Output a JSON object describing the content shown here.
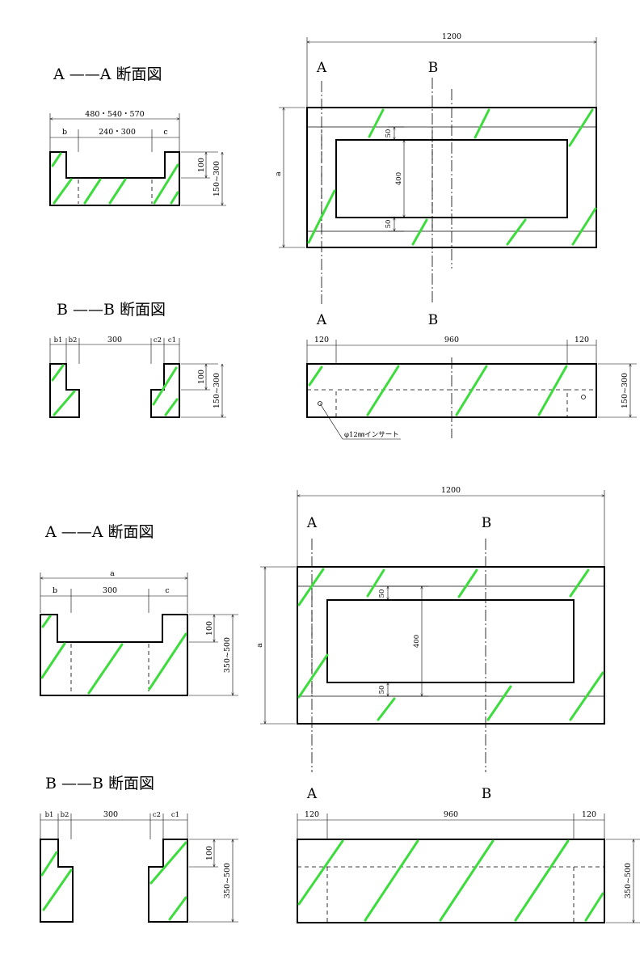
{
  "colors": {
    "line": "#000000",
    "hatch": "#3ddc3d",
    "background": "#ffffff"
  },
  "top": {
    "section_a_title": "A ——A 断面図",
    "section_b_title": "B ——B 断面図",
    "aa_overall": "480・540・570",
    "aa_b": "b",
    "aa_mid": "240・300",
    "aa_c": "c",
    "aa_depth": "100",
    "aa_height": "150~300",
    "bb_b1": "b1",
    "bb_b2": "b2",
    "bb_mid": "300",
    "bb_c2": "c2",
    "bb_c1": "c1",
    "bb_depth": "100",
    "bb_height": "150~300",
    "plan_width": "1200",
    "plan_a": "a",
    "plan_50_top": "50",
    "plan_400": "400",
    "plan_50_bot": "50",
    "cut_a": "A",
    "cut_b": "B",
    "elev_left": "120",
    "elev_mid": "960",
    "elev_right": "120",
    "elev_height": "150~300",
    "insert_note": "φ12㎜インサート"
  },
  "bottom": {
    "section_a_title": "A ——A 断面図",
    "section_b_title": "B ——B 断面図",
    "aa_overall": "a",
    "aa_b": "b",
    "aa_mid": "300",
    "aa_c": "c",
    "aa_depth": "100",
    "aa_height": "350~500",
    "bb_b1": "b1",
    "bb_b2": "b2",
    "bb_mid": "300",
    "bb_c2": "c2",
    "bb_c1": "c1",
    "bb_depth": "100",
    "bb_height": "350~500",
    "plan_width": "1200",
    "plan_a": "a",
    "plan_50_top": "50",
    "plan_400": "400",
    "plan_50_bot": "50",
    "cut_a": "A",
    "cut_b": "B",
    "elev_left": "120",
    "elev_mid": "960",
    "elev_right": "120",
    "elev_height": "350~500"
  }
}
